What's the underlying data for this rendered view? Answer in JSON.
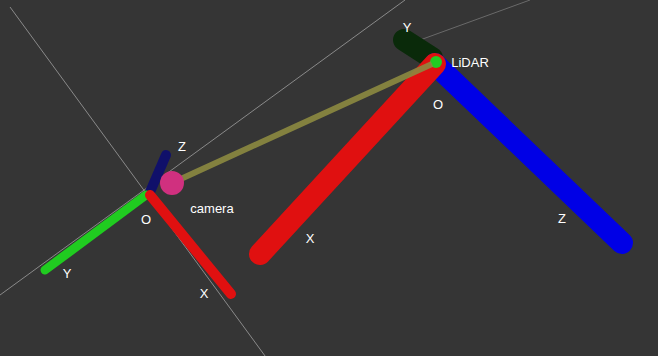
{
  "diagram": {
    "labels": [
      "Y",
      "LiDAR",
      "O",
      "Z",
      "camera",
      "O",
      "Z",
      "X",
      "Y",
      "X"
    ]
  }
}
